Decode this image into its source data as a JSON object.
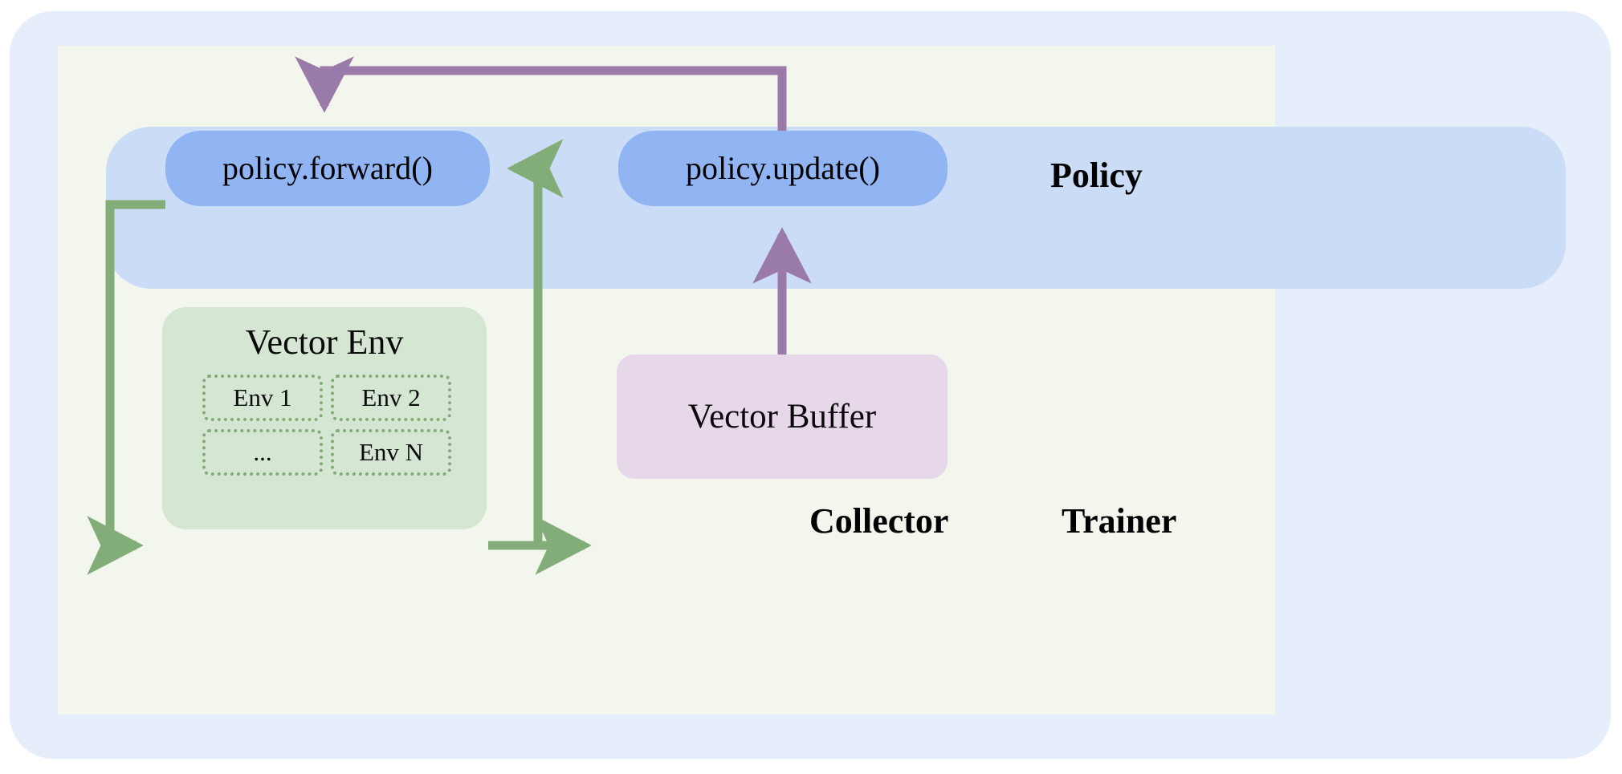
{
  "diagram": {
    "title": "Trainer / Collector / Policy reinforcement-learning loop",
    "containers": {
      "trainer": {
        "label": "Trainer",
        "color": "#e7eefb"
      },
      "collector": {
        "label": "Collector",
        "color": "#f3f6ec"
      },
      "policy": {
        "label": "Policy",
        "color": "#cbdcf6"
      }
    },
    "nodes": {
      "policy_forward": {
        "label": "policy.forward()",
        "color": "#91b4f2"
      },
      "policy_update": {
        "label": "policy.update()",
        "color": "#91b4f2"
      },
      "vector_env": {
        "label": "Vector Env",
        "color": "#d5e6d2"
      },
      "vector_buffer": {
        "label": "Vector Buffer",
        "color": "#e6d8e8"
      }
    },
    "env_cells": [
      {
        "label": "Env 1"
      },
      {
        "label": "Env 2"
      },
      {
        "label": "..."
      },
      {
        "label": "Env N"
      }
    ],
    "arrows": [
      {
        "name": "forward-to-env",
        "color": "#82ac78",
        "from": "policy.forward()",
        "to": "Vector Env"
      },
      {
        "name": "env-to-forward",
        "color": "#82ac78",
        "from": "Vector Env",
        "to": "policy.forward()"
      },
      {
        "name": "env-to-buffer",
        "color": "#82ac78",
        "from": "Vector Env",
        "to": "Vector Buffer"
      },
      {
        "name": "buffer-to-update",
        "color": "#9a7aa8",
        "from": "Vector Buffer",
        "to": "policy.update()"
      },
      {
        "name": "update-to-forward",
        "color": "#9a7aa8",
        "from": "policy.update()",
        "to": "policy.forward()"
      }
    ]
  }
}
